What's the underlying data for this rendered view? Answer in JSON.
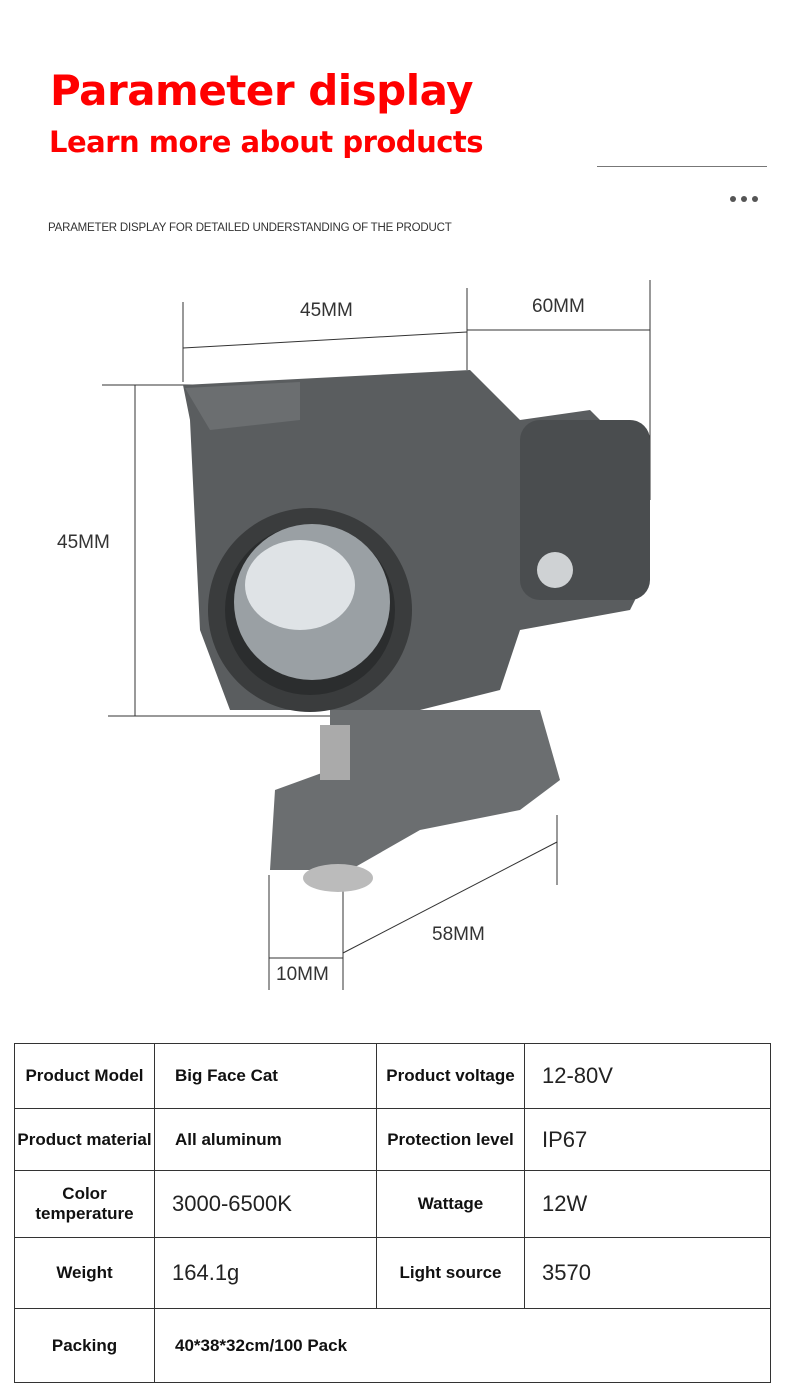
{
  "header": {
    "title": "Parameter display",
    "subtitle": "Learn more about products",
    "caption": "PARAMETER DISPLAY FOR DETAILED UNDERSTANDING OF THE PRODUCT"
  },
  "dimensions": {
    "top_width": "45MM",
    "depth": "60MM",
    "height": "45MM",
    "clamp_width": "58MM",
    "bolt": "10MM"
  },
  "specs": {
    "r1": {
      "k1": "Product Model",
      "v1": "Big Face Cat",
      "k2": "Product voltage",
      "v2": "12-80V"
    },
    "r2": {
      "k1": "Product material",
      "v1": "All aluminum",
      "k2": "Protection level",
      "v2": "IP67"
    },
    "r3": {
      "k1": "Color temperature",
      "v1": "3000-6500K",
      "k2": "Wattage",
      "v2": "12W"
    },
    "r4": {
      "k1": "Weight",
      "v1": "164.1g",
      "k2": "Light source",
      "v2": "3570"
    },
    "r5": {
      "k1": "Packing",
      "v1": "40*38*32cm/100 Pack"
    }
  }
}
